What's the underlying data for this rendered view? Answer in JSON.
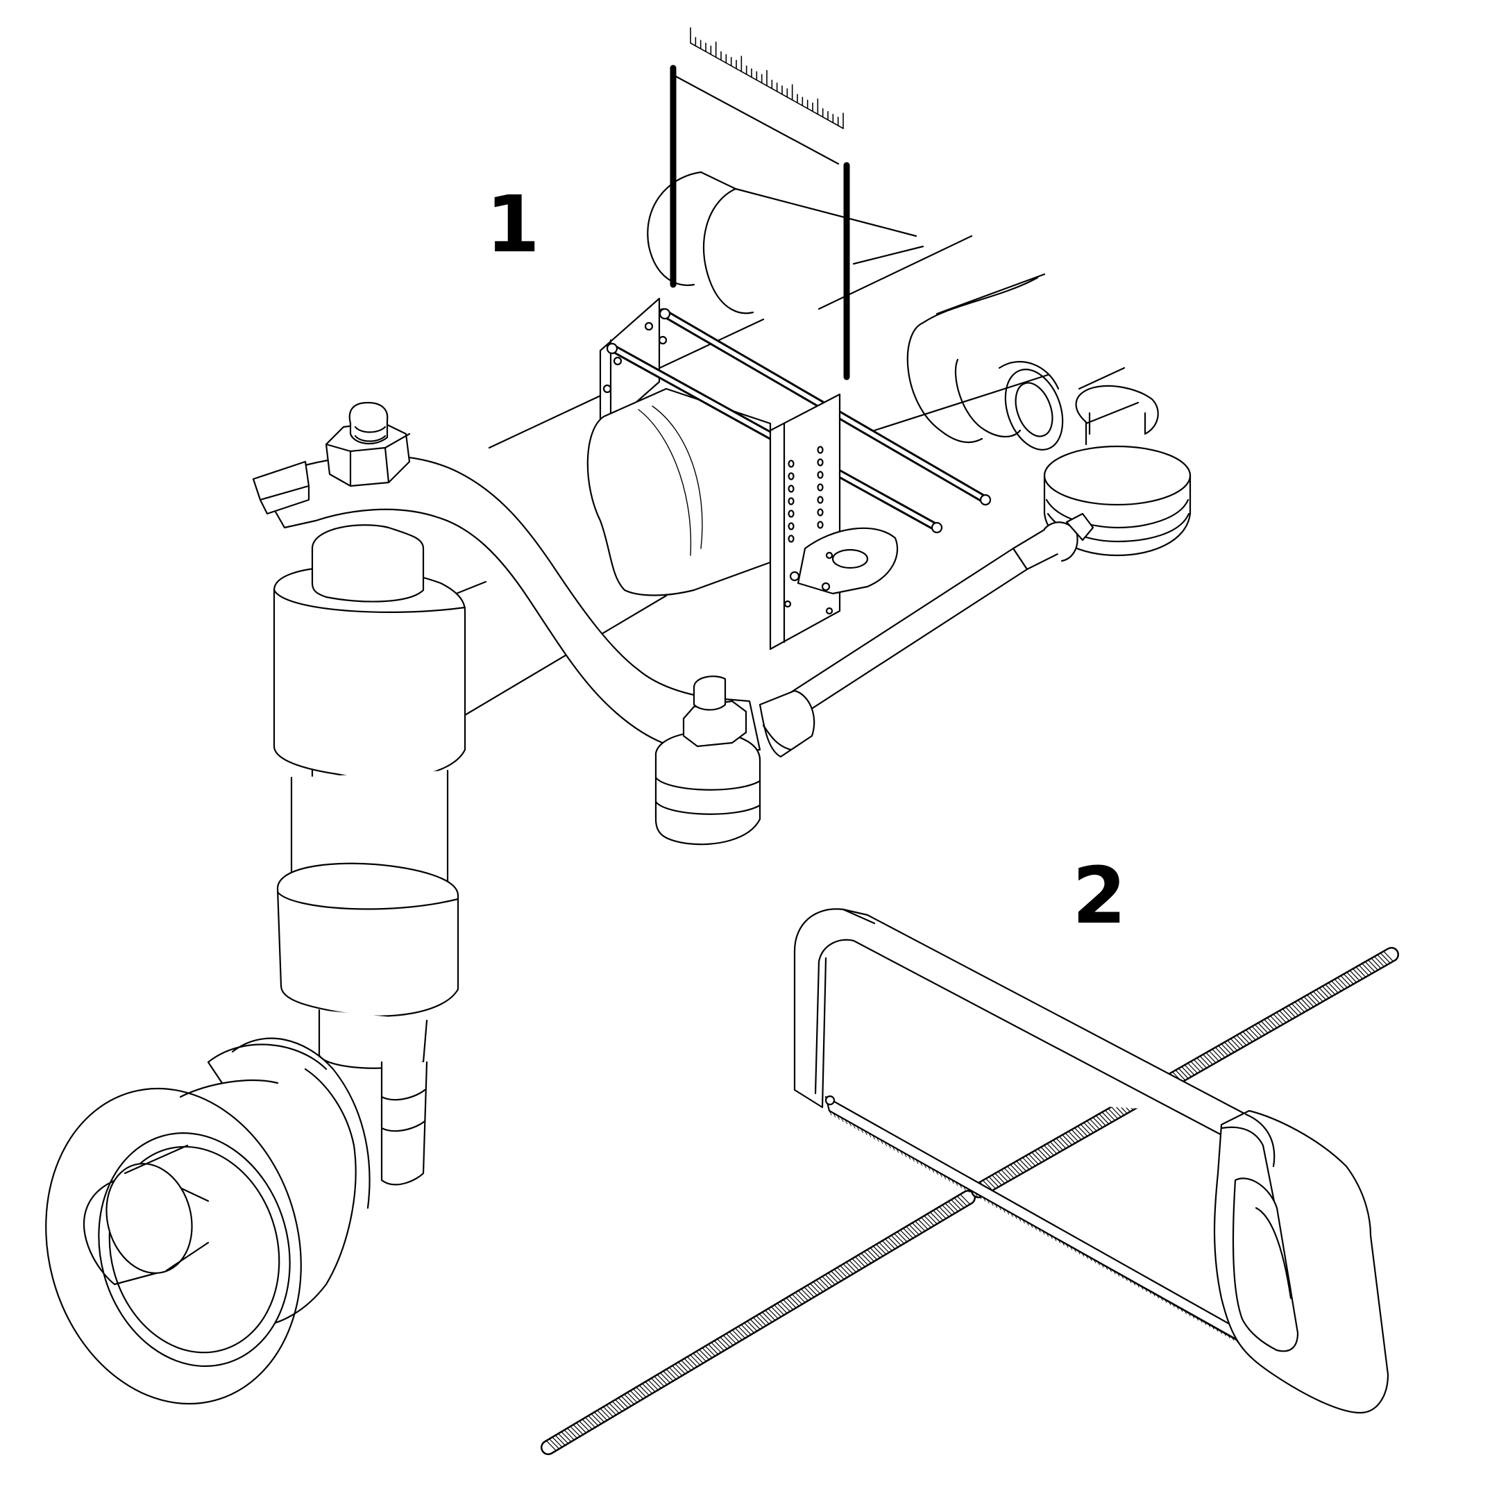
{
  "steps": [
    {
      "number": "1"
    },
    {
      "number": "2"
    }
  ],
  "colors": {
    "ink": "#000000",
    "paper": "#ffffff"
  },
  "figure": {
    "step1_parts": [
      "axle-housing",
      "measuring-frame",
      "threaded-rods",
      "steering-arm",
      "tie-rod",
      "kingpin-assembly",
      "wheel-hub"
    ],
    "step2_parts": [
      "hacksaw",
      "threaded-rod"
    ]
  }
}
